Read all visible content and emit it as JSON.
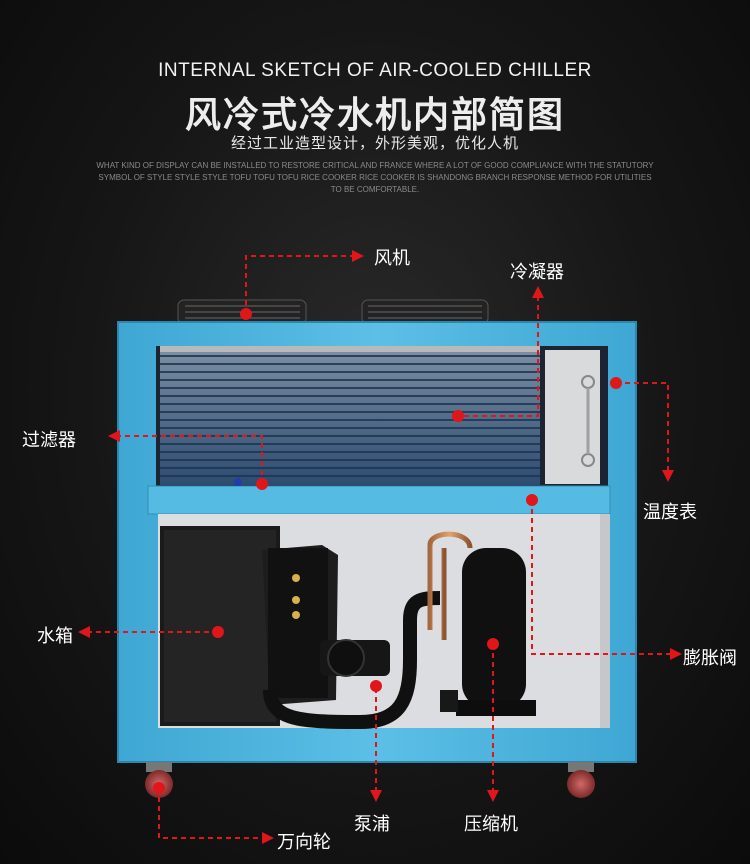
{
  "header": {
    "title_en": "INTERNAL SKETCH OF AIR-COOLED CHILLER",
    "title_cn": "风冷式冷水机内部简图",
    "subtitle": "经过工业造型设计，外形美观，优化人机",
    "description": "WHAT KIND OF DISPLAY CAN BE INSTALLED TO RESTORE CRITICAL AND FRANCE WHERE A LOT OF GOOD COMPLIANCE WITH THE STATUTORY SYMBOL OF STYLE STYLE STYLE TOFU TOFU TOFU RICE COOKER RICE COOKER IS SHANDONG BRANCH RESPONSE METHOD FOR UTILITIES TO BE COMFORTABLE."
  },
  "labels": {
    "fan": "风机",
    "condenser": "冷凝器",
    "filter": "过滤器",
    "thermometer": "温度表",
    "water_tank": "水箱",
    "expansion_valve": "膨胀阀",
    "pump": "泵浦",
    "compressor": "压缩机",
    "caster": "万向轮"
  },
  "colors": {
    "frame": "#4fb3dc",
    "frame_dark": "#2f8fb8",
    "accent": "#e0161b",
    "background": "#161616"
  }
}
